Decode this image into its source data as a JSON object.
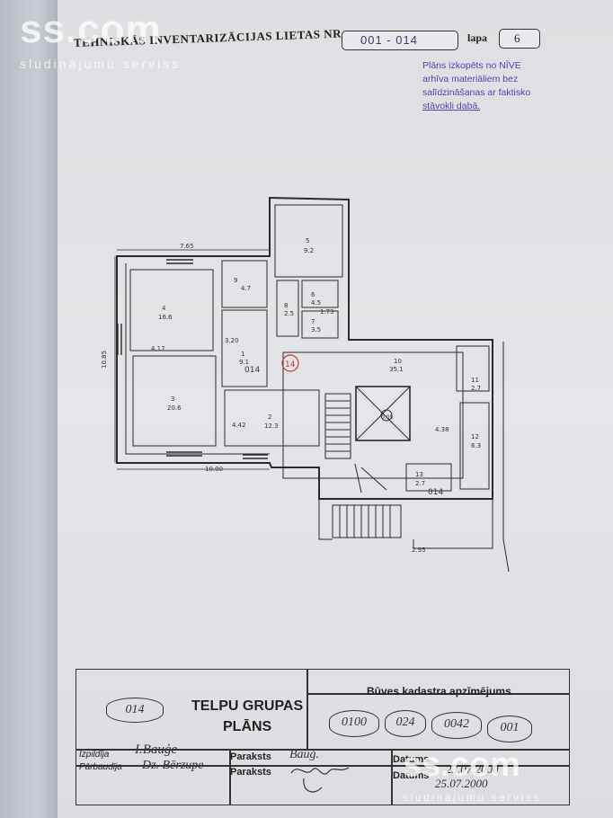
{
  "header": {
    "title": "TEHNISKĀS INVENTARIZĀCIJAS LIETAS NR.",
    "case_number": "001 - 014",
    "page_label": "lapa",
    "page_number": "6"
  },
  "stamp": {
    "lines": [
      "Plāns izkopēts no NĪVE",
      "arhīva materiāliem bez",
      "salīdzināšanas ar faktisko",
      "stāvokli dabā."
    ]
  },
  "watermark": {
    "brand": "ss.com",
    "tagline": "sludinājumu serviss"
  },
  "floor_plan": {
    "group_label": "014",
    "marked_room": "14",
    "rooms": [
      {
        "id": "1",
        "area": "9.1"
      },
      {
        "id": "2",
        "area": "12.3"
      },
      {
        "id": "3",
        "area": "20.6"
      },
      {
        "id": "4",
        "area": "16.6"
      },
      {
        "id": "5",
        "area": "9.2"
      },
      {
        "id": "6",
        "area": "4.5"
      },
      {
        "id": "7",
        "area": "3.5"
      },
      {
        "id": "8",
        "area": "2.5"
      },
      {
        "id": "9",
        "area": "4.7"
      },
      {
        "id": "10",
        "area": "35.1"
      },
      {
        "id": "11",
        "area": "2.7"
      },
      {
        "id": "12",
        "area": "6.3"
      },
      {
        "id": "13",
        "area": "2.7"
      }
    ],
    "dimensions": [
      "7.65",
      "10.85",
      "10.00",
      "4.17",
      "3.20",
      "4.42",
      "4.38",
      "0.05",
      "2.95",
      "1.73"
    ]
  },
  "title_block": {
    "group_title": "TELPU GRUPAS",
    "group_subtitle": "PLĀNS",
    "group_number": "014",
    "cadastre_label": "Būves kadastra apzīmējums",
    "cadastre_parts": [
      "0100",
      "024",
      "0042",
      "001"
    ],
    "executed_by_label": "Izpildīja",
    "executed_by": "I.Bauģe",
    "checked_by_label": "Pārbaudīja",
    "checked_by": "Dz. Bērzupe",
    "signature_label_1": "Paraksts",
    "signature_label_2": "Paraksts",
    "signature_1": "Bauģ.",
    "date_label_1": "Datums",
    "date_label_2": "Datums",
    "date_1": "23.07.2000",
    "date_2": "25.07.2000"
  }
}
